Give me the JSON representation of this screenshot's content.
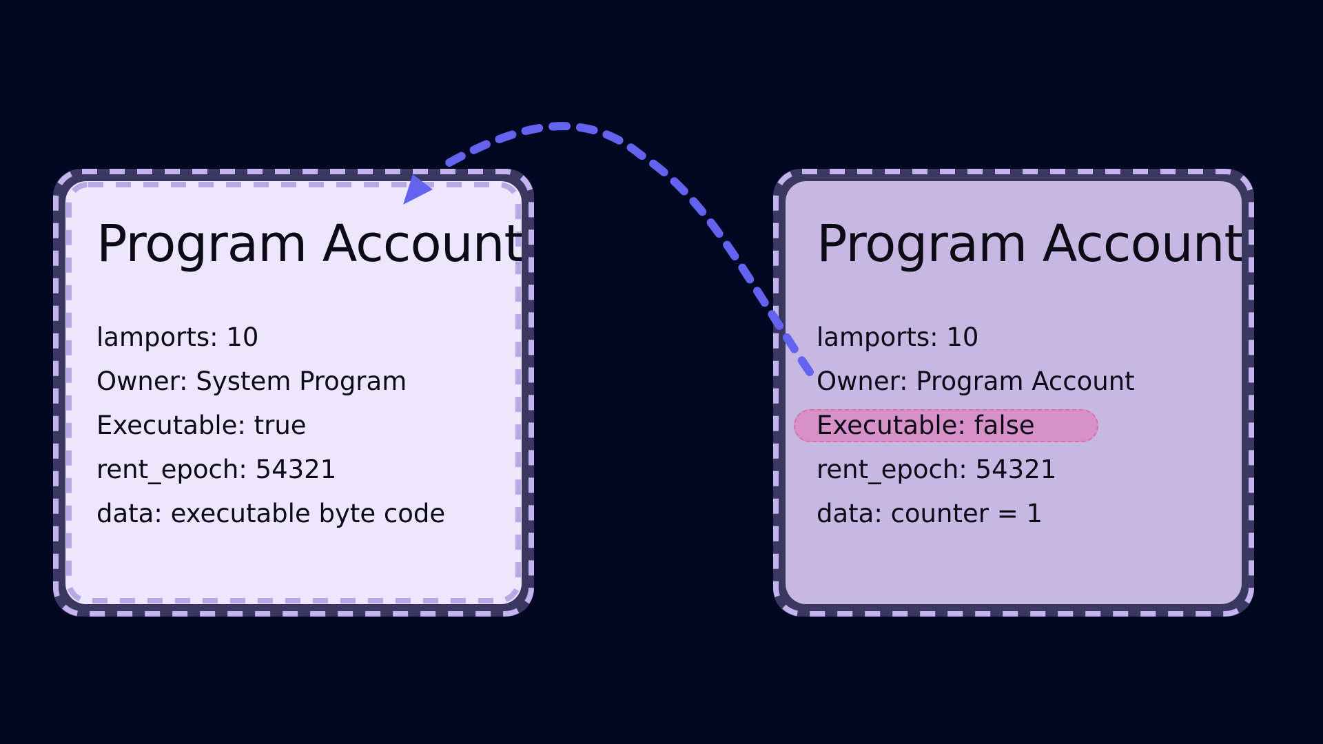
{
  "colors": {
    "background": "#030822",
    "card_frame": "#3a3860",
    "frame_dash": "#c4b3ee",
    "left_card_fill": "#ede6fd",
    "right_card_fill": "#c7b7e3",
    "highlight_fill": "#d692c8",
    "highlight_border": "#d8709f",
    "arrow": "#6363f0",
    "text": "#0b0b16"
  },
  "cards": {
    "left": {
      "title": "Program Account",
      "fields": [
        "lamports: 10",
        "Owner: System Program",
        "Executable: true",
        "rent_epoch: 54321",
        "data: executable byte code"
      ]
    },
    "right": {
      "title": "Program Account",
      "fields": [
        "lamports: 10",
        "Owner: Program Account",
        "Executable: false",
        "rent_epoch: 54321",
        "data: counter = 1"
      ],
      "highlighted_field_index": 2
    }
  },
  "connector": {
    "from": "right.owner",
    "to": "left.card",
    "style": "dashed-curved-arrow"
  }
}
